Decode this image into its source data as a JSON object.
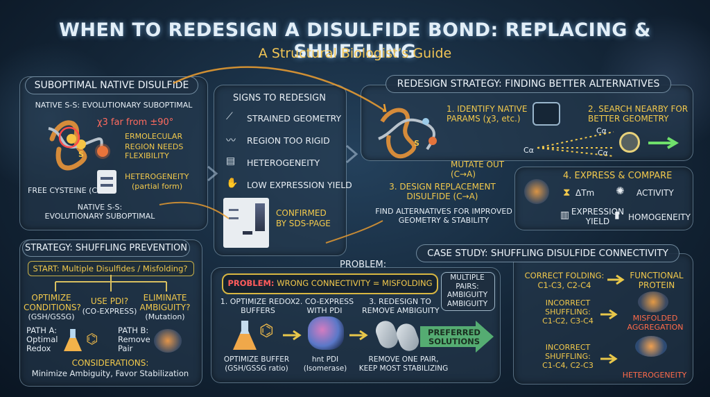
{
  "header": {
    "title": "WHEN TO REDESIGN A DISULFIDE BOND: REPLACING & SHUFFLING",
    "subtitle": "A Structural Biologist’s Guide"
  },
  "native": {
    "title": "SUBOPTIMAL NATIVE DISULFIDE",
    "subtitle": "NATIVE S-S: EVOLUTIONARY SUBOPTIMAL",
    "chi": "χ3 far from ±90°",
    "intermol": "ERMOLECULAR",
    "flex": "REGION NEEDS\nFLEXIBILITY",
    "hetero": "HETEROGENEITY",
    "partial": "(partial form)",
    "free_cys": "FREE CYSTEINE (CY",
    "footer": "NATIVE S-S:\nEVOLUTIONARY SUBOPTIMAL",
    "s_label": "S"
  },
  "signs": {
    "title": "SIGNS TO REDESIGN",
    "items": [
      "STRAINED GEOMETRY",
      "REGION TOO RIGID",
      "HETEROGENEITY",
      "LOW EXPRESSION YIELD"
    ],
    "confirmed": "CONFIRMED\nBY SDS-PAGE"
  },
  "strategy": {
    "title": "REDESIGN STRATEGY: FINDING BETTER ALTERNATIVES",
    "step1": "1. IDENTIFY NATIVE\nPARAMS (χ3, etc.)",
    "step2": "2. SEARCH NEARBY FOR\nBETTER GEOMETRY",
    "mutate": "MUTATE OUT\n(C→A)",
    "step3": "3. DESIGN REPLACEMENT\nDISULFIDE (C→A)",
    "footer": "FIND ALTERNATIVES FOR IMPROVED\nGEOMETRY & STABILITY",
    "ca": "Cα",
    "s_label": "S"
  },
  "express": {
    "title": "4. EXPRESS & COMPARE",
    "tm": "ΔTm",
    "activity": "ACTIVITY",
    "yield": "EXPRESSION\nYIELD",
    "homogeneity": "HOMOGENEITY"
  },
  "shuffling": {
    "title": "STRATEGY: SHUFFLING PREVENTION",
    "start": "START: Multiple Disulfides / Misfolding?",
    "opt": "OPTIMIZE\nCONDITIONS?",
    "opt_sub": "(GSH/GSSG)",
    "pdi": "USE PDI?",
    "pdi_sub": "(CO-EXPRESS)",
    "elim": "ELIMINATE\nAMBIGUITY?",
    "elim_sub": "(Mutation)",
    "path_a": "PATH A:\nOptimal\nRedox",
    "path_b": "PATH B:\nRemove\nPair",
    "considerations": "CONSIDERATIONS:",
    "consid_sub": "Minimize Ambiguity, Favor Stabilization"
  },
  "problem": {
    "header": "PROBLEM:",
    "banner_label": "PROBLEM:",
    "banner_text": " WRONG CONNECTIVITY = MISFOLDING",
    "multiple": "MULTIPLE\nPAIRS:\nAMBIGUITY\nAMBIGUITY",
    "s1": "1. OPTIMIZE REDOX\nBUFFERS",
    "s2": "2. CO-EXPRESS\nWITH PDI",
    "s3": "3. REDESIGN TO\nREMOVE AMBIGUITY",
    "preferred": "PREFERRED\nSOLUTIONS",
    "b1": "OPTIMIZE BUFFER\n(GSH/GSSG ratio)",
    "b2": "hnt PDI\n(Isomerase)",
    "b3": "REMOVE ONE PAIR,\nKEEP MOST STABILIZING"
  },
  "case": {
    "title": "CASE STUDY: SHUFFLING DISULFIDE CONNECTIVITY",
    "correct": "CORRECT FOLDING:\nC1-C3, C2-C4",
    "functional": "FUNCTIONAL\nPROTEIN",
    "inc1": "INCORRECT\nSHUFFLING:\nC1-C2, C3-C4",
    "misfolded": "MISFOLDED\nAGGREGATION",
    "inc2": "INCORRECT\nSHUFFLING:\nC1-C4, C2-C3",
    "hetero": "HETEROGENEITY"
  }
}
